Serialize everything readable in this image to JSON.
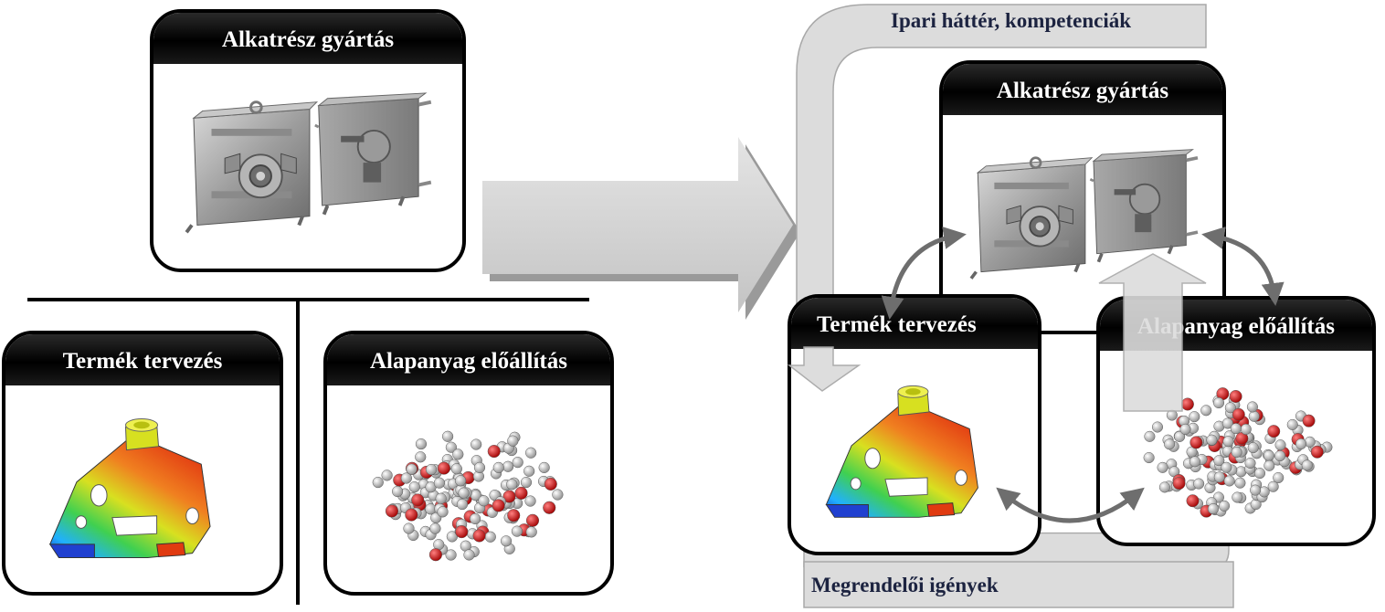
{
  "left": {
    "top_card": {
      "title": "Alkatrész gyártás",
      "image_icon": "injection-mold-icon"
    },
    "left_card": {
      "title": "Termék tervezés",
      "image_icon": "fea-bracket-icon"
    },
    "right_card": {
      "title": "Alapanyag előállítás",
      "image_icon": "molecule-icon"
    }
  },
  "right": {
    "top_card": {
      "title": "Alkatrész gyártás",
      "image_icon": "injection-mold-icon"
    },
    "left_card": {
      "title": "Termék tervezés",
      "image_icon": "fea-bracket-icon"
    },
    "right_card": {
      "title": "Alapanyag előállítás",
      "image_icon": "molecule-icon"
    },
    "top_label": "Ipari háttér, kompetenciák",
    "bottom_label": "Megrendelői igények"
  },
  "colors": {
    "card_border": "#000000",
    "header_fill": "#111111",
    "arrow_fill": "#d6d6d6",
    "cycle_arrow": "#707070",
    "label_text": "#1c2340"
  }
}
